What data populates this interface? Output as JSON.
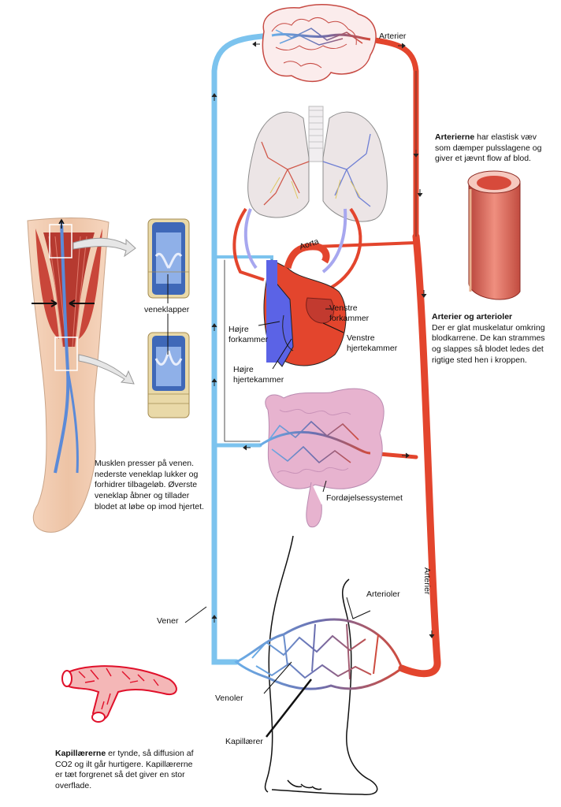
{
  "labels": {
    "arterier_top": "Arterier",
    "aorta": "Aorta",
    "venstre_forkammer": "Venstre\nforkammer",
    "venstre_hjertekammer": "Venstre\nhjertekammer",
    "hojre_forkammer": "Højre\nforkammer",
    "hojre_hjertekammer": "Højre\nhjertekammer",
    "veneklapper": "veneklapper",
    "fordojelse": "Fordøjelsessystemet",
    "arterier_side": "Arterier",
    "vener": "Vener",
    "arterioler": "Arterioler",
    "venoler": "Venoler",
    "kapillaerer": "Kapillærer"
  },
  "texts": {
    "arterierne_bold": "Arterierne",
    "arterierne_rest": " har elastisk væv som dæmper pulsslagene og giver et jævnt flow af blod.",
    "arterioler_title": "Arterier og arterioler",
    "arterioler_body": "Der er glat muskelatur omkring blodkarrene. De kan strammes og slappes så blodet ledes det rigtige sted hen i kroppen.",
    "musklen": "Musklen presser på venen. nederste veneklap lukker og forhidrer tilbageløb. Øverste veneklap åbner og tillader blodet at løbe op imod hjertet.",
    "kapillaer_bold": "Kapillærerne",
    "kapillaer_rest": " er tynde, så diffusion af CO2 og ilt går hurtigere. Kapillærerne er tæt forgrenet så det giver en stor overflade."
  },
  "colors": {
    "artery": "#e3452d",
    "vein": "#7cc3ee",
    "deoxy_heart": "#5b63e6",
    "lung": "#e9e2e3",
    "intestine": "#e7b3cf",
    "muscle": "#c9463a",
    "skin": "#f2c9ad"
  }
}
